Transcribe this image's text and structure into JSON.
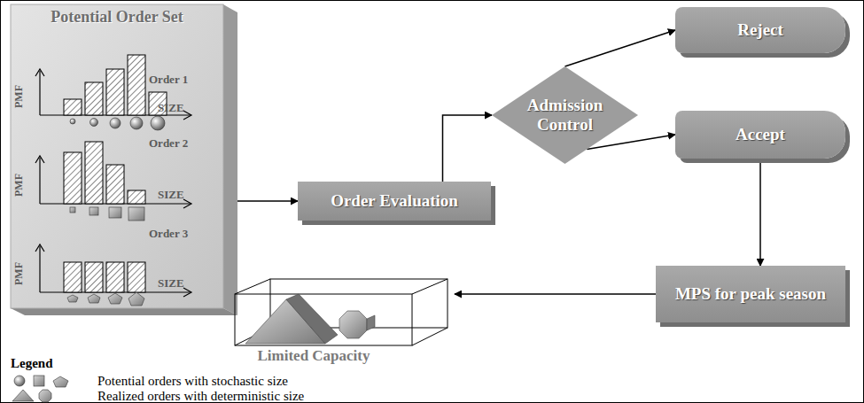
{
  "diagram": {
    "nodes": [
      {
        "text": [
          "Potential Order Set"
        ]
      },
      {
        "text": [
          "Order Evaluation"
        ]
      },
      {
        "text": [
          "Admission Control"
        ]
      },
      {
        "text": [
          "Reject"
        ]
      },
      {
        "text": [
          "Accept"
        ]
      },
      {
        "text": [
          "MPS for peak season"
        ]
      },
      {
        "text": [
          "Limited Capacity"
        ]
      }
    ],
    "edges": [
      {
        "from": 0,
        "to": 1,
        "arrow": "to"
      },
      {
        "from": 1,
        "to": 2,
        "arrow": "to"
      },
      {
        "from": 2,
        "to": 3,
        "arrow": "to"
      },
      {
        "from": 2,
        "to": 4,
        "arrow": "to"
      },
      {
        "from": 4,
        "to": 5,
        "arrow": "to"
      },
      {
        "from": 5,
        "to": 6,
        "arrow": "to"
      }
    ],
    "labels": [
      "PMF",
      "SIZE",
      "Order 1",
      "PMF",
      "SIZE",
      "Order 2",
      "PMF",
      "SIZE",
      "Order 3",
      "Legend"
    ],
    "legend": [
      {
        "text": "Potential orders with stochastic size"
      },
      {
        "text": "Realized orders with deterministic size"
      }
    ]
  }
}
